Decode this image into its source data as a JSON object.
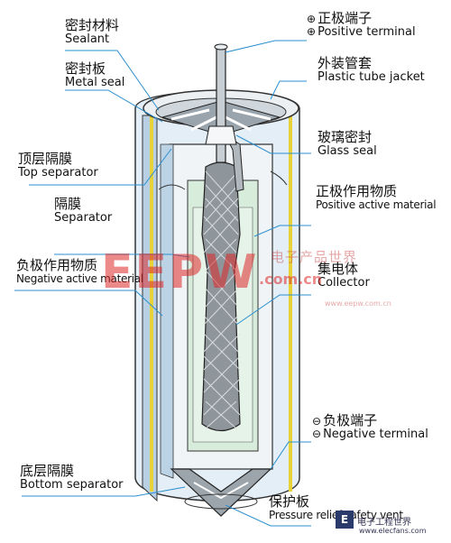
{
  "labels": {
    "sealant": {
      "zh": "密封材料",
      "en": "Sealant"
    },
    "metal_seal": {
      "zh": "密封板",
      "en": "Metal seal"
    },
    "top_separator": {
      "zh": "顶层隔膜",
      "en": "Top separator"
    },
    "separator": {
      "zh": "隔膜",
      "en": "Separator"
    },
    "negative_active": {
      "zh": "负极作用物质",
      "en": "Negative active material"
    },
    "bottom_separator": {
      "zh": "底层隔膜",
      "en": "Bottom separator"
    },
    "positive_terminal": {
      "zh": "正极端子",
      "en": "Positive terminal",
      "symbol": "⊕"
    },
    "plastic_jacket": {
      "zh": "外装管套",
      "en": "Plastic tube jacket"
    },
    "glass_seal": {
      "zh": "玻璃密封",
      "en": "Glass seal"
    },
    "positive_active": {
      "zh": "正极作用物质",
      "en": "Positive active material"
    },
    "collector": {
      "zh": "集电体",
      "en": "Collector"
    },
    "negative_terminal": {
      "zh": "负极端子",
      "en": "Negative terminal",
      "symbol": "⊖"
    },
    "pressure_relief": {
      "zh": "保护板",
      "en": "Pressure relief safety vent"
    }
  },
  "watermark": {
    "main": "EEPW",
    "com": ".com.cn",
    "cn": "电子产品世界",
    "url": "www.eepw.com.cn",
    "bottom_logo": "电子工程世界",
    "bottom_url": "www.elecfans.com"
  },
  "colors": {
    "leader": "#2a8fd0",
    "jacket_yellow": "#e8d23a",
    "jacket_blue": "#cfe0ee",
    "green_fill": "#d8ecdc",
    "metal": "#bfc6cc"
  }
}
